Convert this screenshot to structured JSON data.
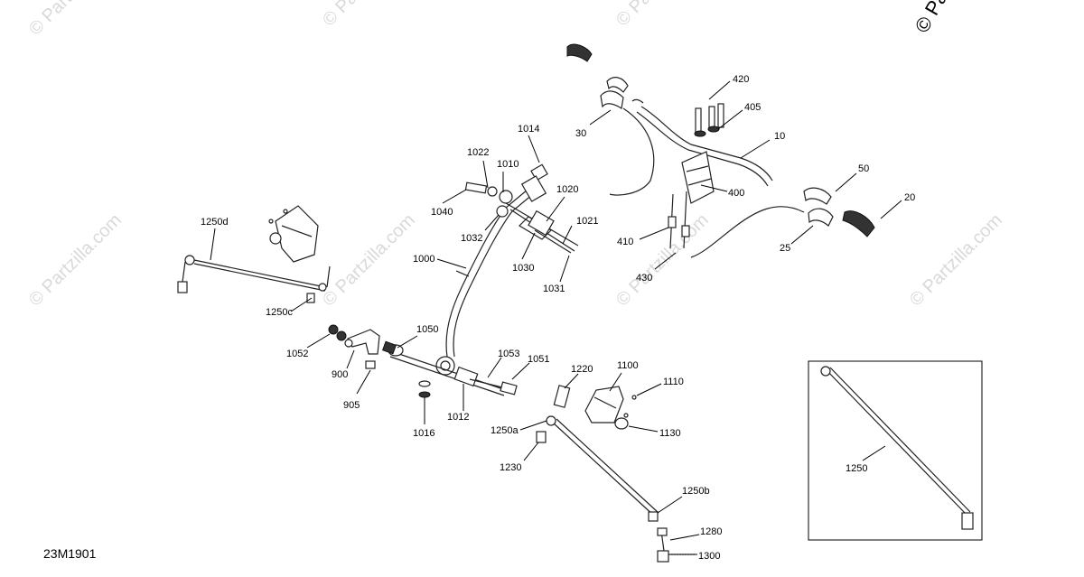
{
  "diagram_code": "23M1901",
  "copyright": "© Pa",
  "watermark_text": "© Partzilla.com",
  "colors": {
    "line": "#222222",
    "watermark": "#d9d9d9",
    "background": "#ffffff"
  },
  "callouts": {
    "c20": "20",
    "c25": "25",
    "c30": "30",
    "c50": "50",
    "c10": "10",
    "c400": "400",
    "c405": "405",
    "c410": "410",
    "c420": "420",
    "c430": "430",
    "c1000": "1000",
    "c1010": "1010",
    "c1012": "1012",
    "c1014": "1014",
    "c1016": "1016",
    "c1020": "1020",
    "c1021": "1021",
    "c1022": "1022",
    "c1030": "1030",
    "c1031": "1031",
    "c1032": "1032",
    "c1040": "1040",
    "c1050": "1050",
    "c1051": "1051",
    "c1052": "1052",
    "c1053": "1053",
    "c900": "900",
    "c905": "905",
    "c1100": "1100",
    "c1110": "1110",
    "c1130": "1130",
    "c1220": "1220",
    "c1230": "1230",
    "c1250": "1250",
    "c1250a": "1250a",
    "c1250b": "1250b",
    "c1250c": "1250c",
    "c1250d": "1250d",
    "c1280": "1280",
    "c1300": "1300"
  }
}
